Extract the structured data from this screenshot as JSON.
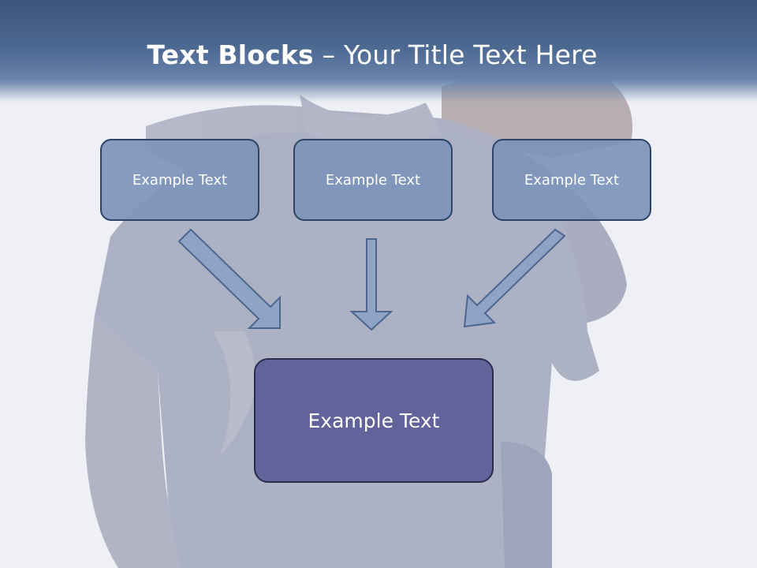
{
  "slide": {
    "title_bold": "Text Blocks",
    "title_dash": " – ",
    "title_rest": "Your Title Text Here"
  },
  "blocks": {
    "left": "Example Text",
    "middle": "Example Text",
    "right": "Example Text",
    "bottom": "Example Text"
  },
  "colors": {
    "header": "#4b6891",
    "top_box_fill": "#7c94ba",
    "top_box_border": "#2e4466",
    "bottom_box_fill": "#63639b",
    "arrow_fill": "#8aa2c6",
    "arrow_stroke": "#4c6690"
  },
  "background_image": "couple-piggyback-photo"
}
